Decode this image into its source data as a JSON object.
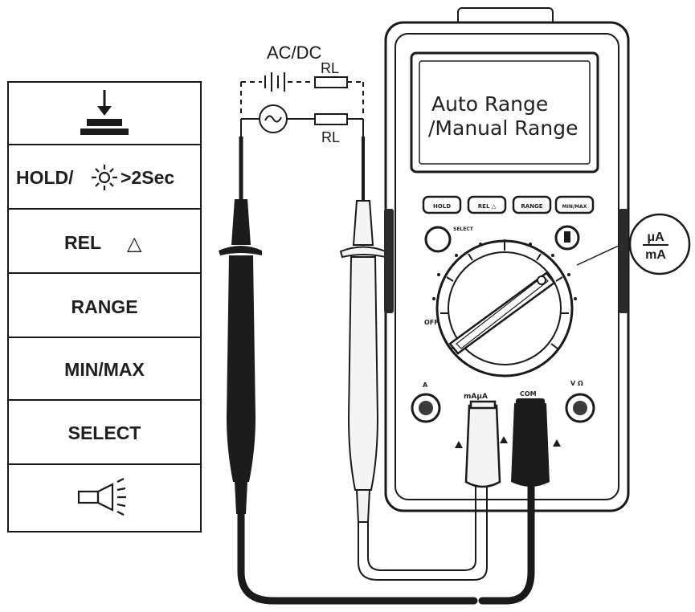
{
  "circuit": {
    "acdc_label": "AC/DC",
    "rl_top": "RL",
    "rl_bottom": "RL"
  },
  "legend": {
    "rows": [
      {
        "id": "power",
        "label": ""
      },
      {
        "id": "hold",
        "label": "HOLD/",
        "suffix": ">2Sec"
      },
      {
        "id": "rel",
        "label": "REL",
        "suffix": "△"
      },
      {
        "id": "range",
        "label": "RANGE"
      },
      {
        "id": "minmax",
        "label": "MIN/MAX"
      },
      {
        "id": "select",
        "label": "SELECT"
      },
      {
        "id": "flashlight",
        "label": ""
      }
    ],
    "icons": {
      "power": "power-push-icon",
      "hold": "sun-backlight-icon",
      "flashlight": "flashlight-icon"
    }
  },
  "meter": {
    "display_line1": "Auto Range",
    "display_line2": "/Manual Range",
    "buttons": [
      "HOLD",
      "REL △",
      "RANGE",
      "MIN/MAX"
    ],
    "select_label": "SELECT",
    "terminal_labels": {
      "a": "A",
      "maua": "mAμA",
      "com": "COM",
      "v": "V Ω"
    },
    "dial_labels": {
      "off": "OFF"
    },
    "callout": {
      "numerator": "μA",
      "denominator": "mA"
    }
  },
  "colors": {
    "line": "#1a1a1a",
    "probe_black": "#1c1c1c",
    "probe_white": "#f4f4f4"
  }
}
